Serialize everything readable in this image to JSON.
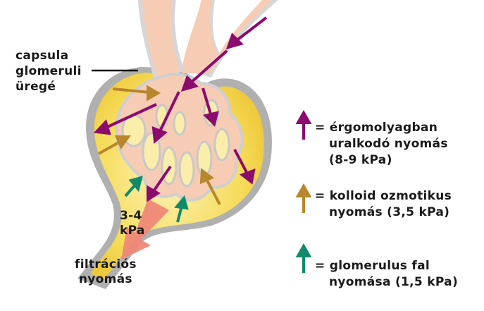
{
  "capsule_label": {
    "line1": "capsula",
    "line2": "glomeruli",
    "line3": "üregé"
  },
  "pressure_value": {
    "line1": "3-4",
    "line2": "kPa"
  },
  "filtration_label": {
    "line1": "filtrációs",
    "line2": "nyomás"
  },
  "legend": [
    {
      "color": "#8b0b6e",
      "lines": [
        "= érgomolyagban",
        "uralkodó nyomás",
        "(8-9 kPa)"
      ]
    },
    {
      "color": "#b8862b",
      "lines": [
        "= kolloid ozmotikus",
        "nyomás (3,5 kPa)"
      ]
    },
    {
      "color": "#108a6a",
      "lines": [
        "= glomerulus fal",
        "nyomása (1,5 kPa)"
      ]
    }
  ],
  "colors": {
    "capsule_fill": "#f6dc5a",
    "capsule_inner": "#fbeeaa",
    "capsule_wall": "#a8a8a8",
    "vessel_fill": "#f6ccb4",
    "vessel_wall": "#d9d9d9",
    "blood_pressure_arrow": "#8b0b6e",
    "colloid_arrow": "#b8862b",
    "wall_arrow": "#108a6a",
    "filtration_arrow": "#ee8877"
  }
}
